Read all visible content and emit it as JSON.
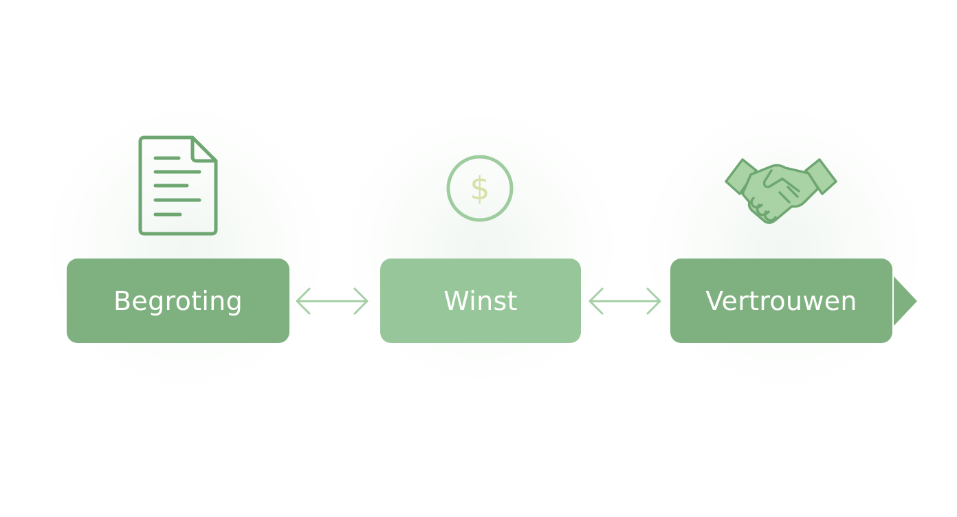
{
  "colors": {
    "node_dark": "#7fb07f",
    "node_light": "#97c69a",
    "icon_stroke": "#6ea671",
    "icon_light": "#9fcc9f",
    "icon_fill": "#a9d3a5",
    "dollar_glyph": "#d9dfa9",
    "arrow": "#a6cfa6"
  },
  "icons": [
    "document-icon",
    "dollar-coin-icon",
    "handshake-icon"
  ],
  "nodes": [
    {
      "label": "Begroting",
      "icon": "document-icon"
    },
    {
      "label": "Winst",
      "icon": "dollar-coin-icon"
    },
    {
      "label": "Vertrouwen",
      "icon": "handshake-icon"
    }
  ],
  "connectors": [
    {
      "from": "Begroting",
      "to": "Winst",
      "type": "bidirectional"
    },
    {
      "from": "Winst",
      "to": "Vertrouwen",
      "type": "bidirectional"
    }
  ],
  "dollar_symbol": "$"
}
